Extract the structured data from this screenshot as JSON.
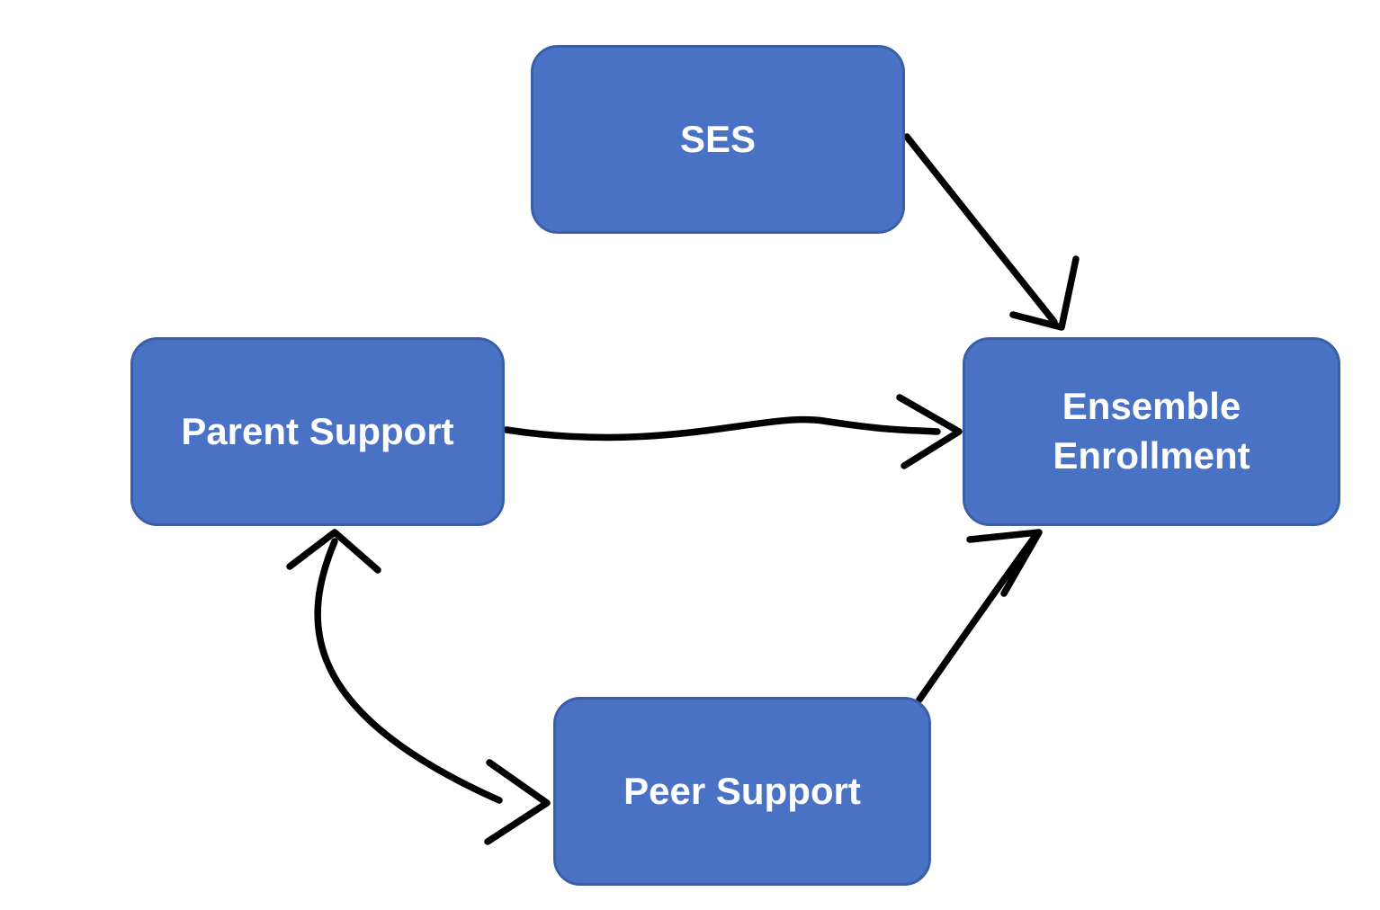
{
  "diagram": {
    "type": "path-model-flowchart",
    "nodes": {
      "ses": {
        "label": "SES"
      },
      "parent_support": {
        "label": "Parent Support"
      },
      "ensemble_enrollment": {
        "label": "Ensemble Enrollment"
      },
      "peer_support": {
        "label": "Peer Support"
      }
    },
    "edges": [
      {
        "from": "SES",
        "to": "Ensemble Enrollment",
        "direction": "one-way"
      },
      {
        "from": "Parent Support",
        "to": "Ensemble Enrollment",
        "direction": "one-way"
      },
      {
        "from": "Parent Support",
        "to": "Peer Support",
        "direction": "two-way"
      },
      {
        "from": "Peer Support",
        "to": "Ensemble Enrollment",
        "direction": "one-way"
      }
    ],
    "colors": {
      "node_fill": "#4a72c4",
      "node_border": "#3a5fa6",
      "node_text": "#ffffff",
      "arrow": "#000000",
      "background": "#ffffff"
    }
  }
}
